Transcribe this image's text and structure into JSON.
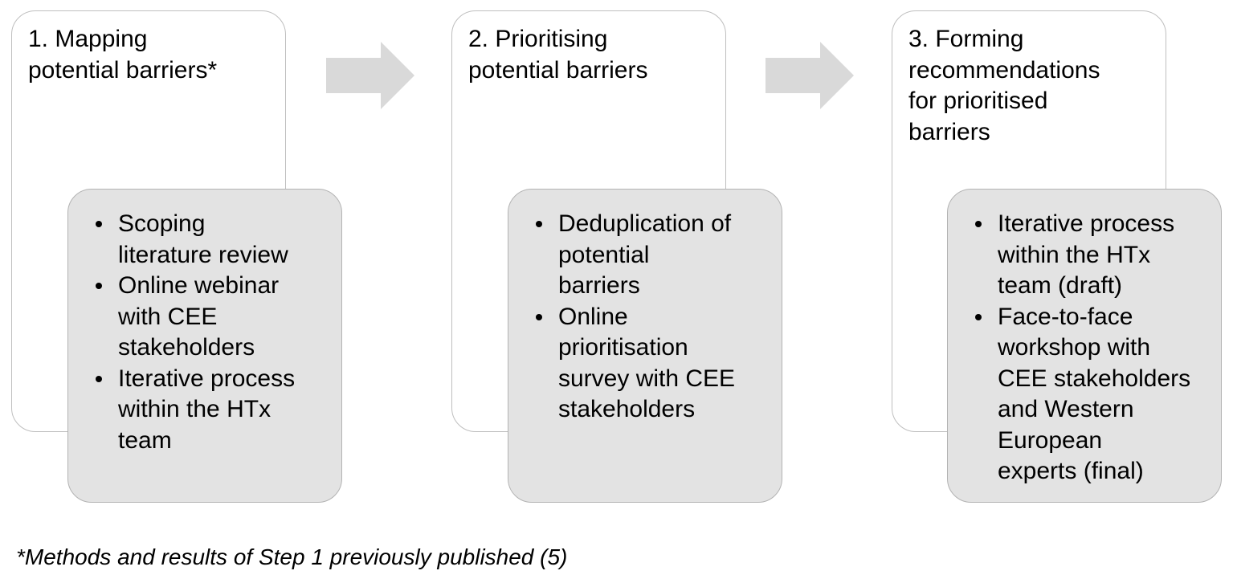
{
  "colors": {
    "step_border": "#bfbfbf",
    "detail_fill": "#e3e3e3",
    "arrow_fill": "#d9d9d9"
  },
  "steps": [
    {
      "title": "1. Mapping\npotential barriers*",
      "bullets": [
        "Scoping\nliterature review",
        "Online webinar\nwith CEE\nstakeholders",
        "Iterative process\nwithin the HTx\nteam"
      ]
    },
    {
      "title": "2. Prioritising\npotential barriers",
      "bullets": [
        "Deduplication of\npotential\nbarriers",
        "Online\nprioritisation\nsurvey with CEE\nstakeholders"
      ]
    },
    {
      "title": "3. Forming\nrecommendations\nfor prioritised\nbarriers",
      "bullets": [
        "Iterative process\nwithin the HTx\nteam (draft)",
        "Face-to-face\nworkshop with\nCEE stakeholders\nand Western\nEuropean\nexperts (final)"
      ]
    }
  ],
  "footnote": "*Methods and results of Step 1 previously published (5)"
}
